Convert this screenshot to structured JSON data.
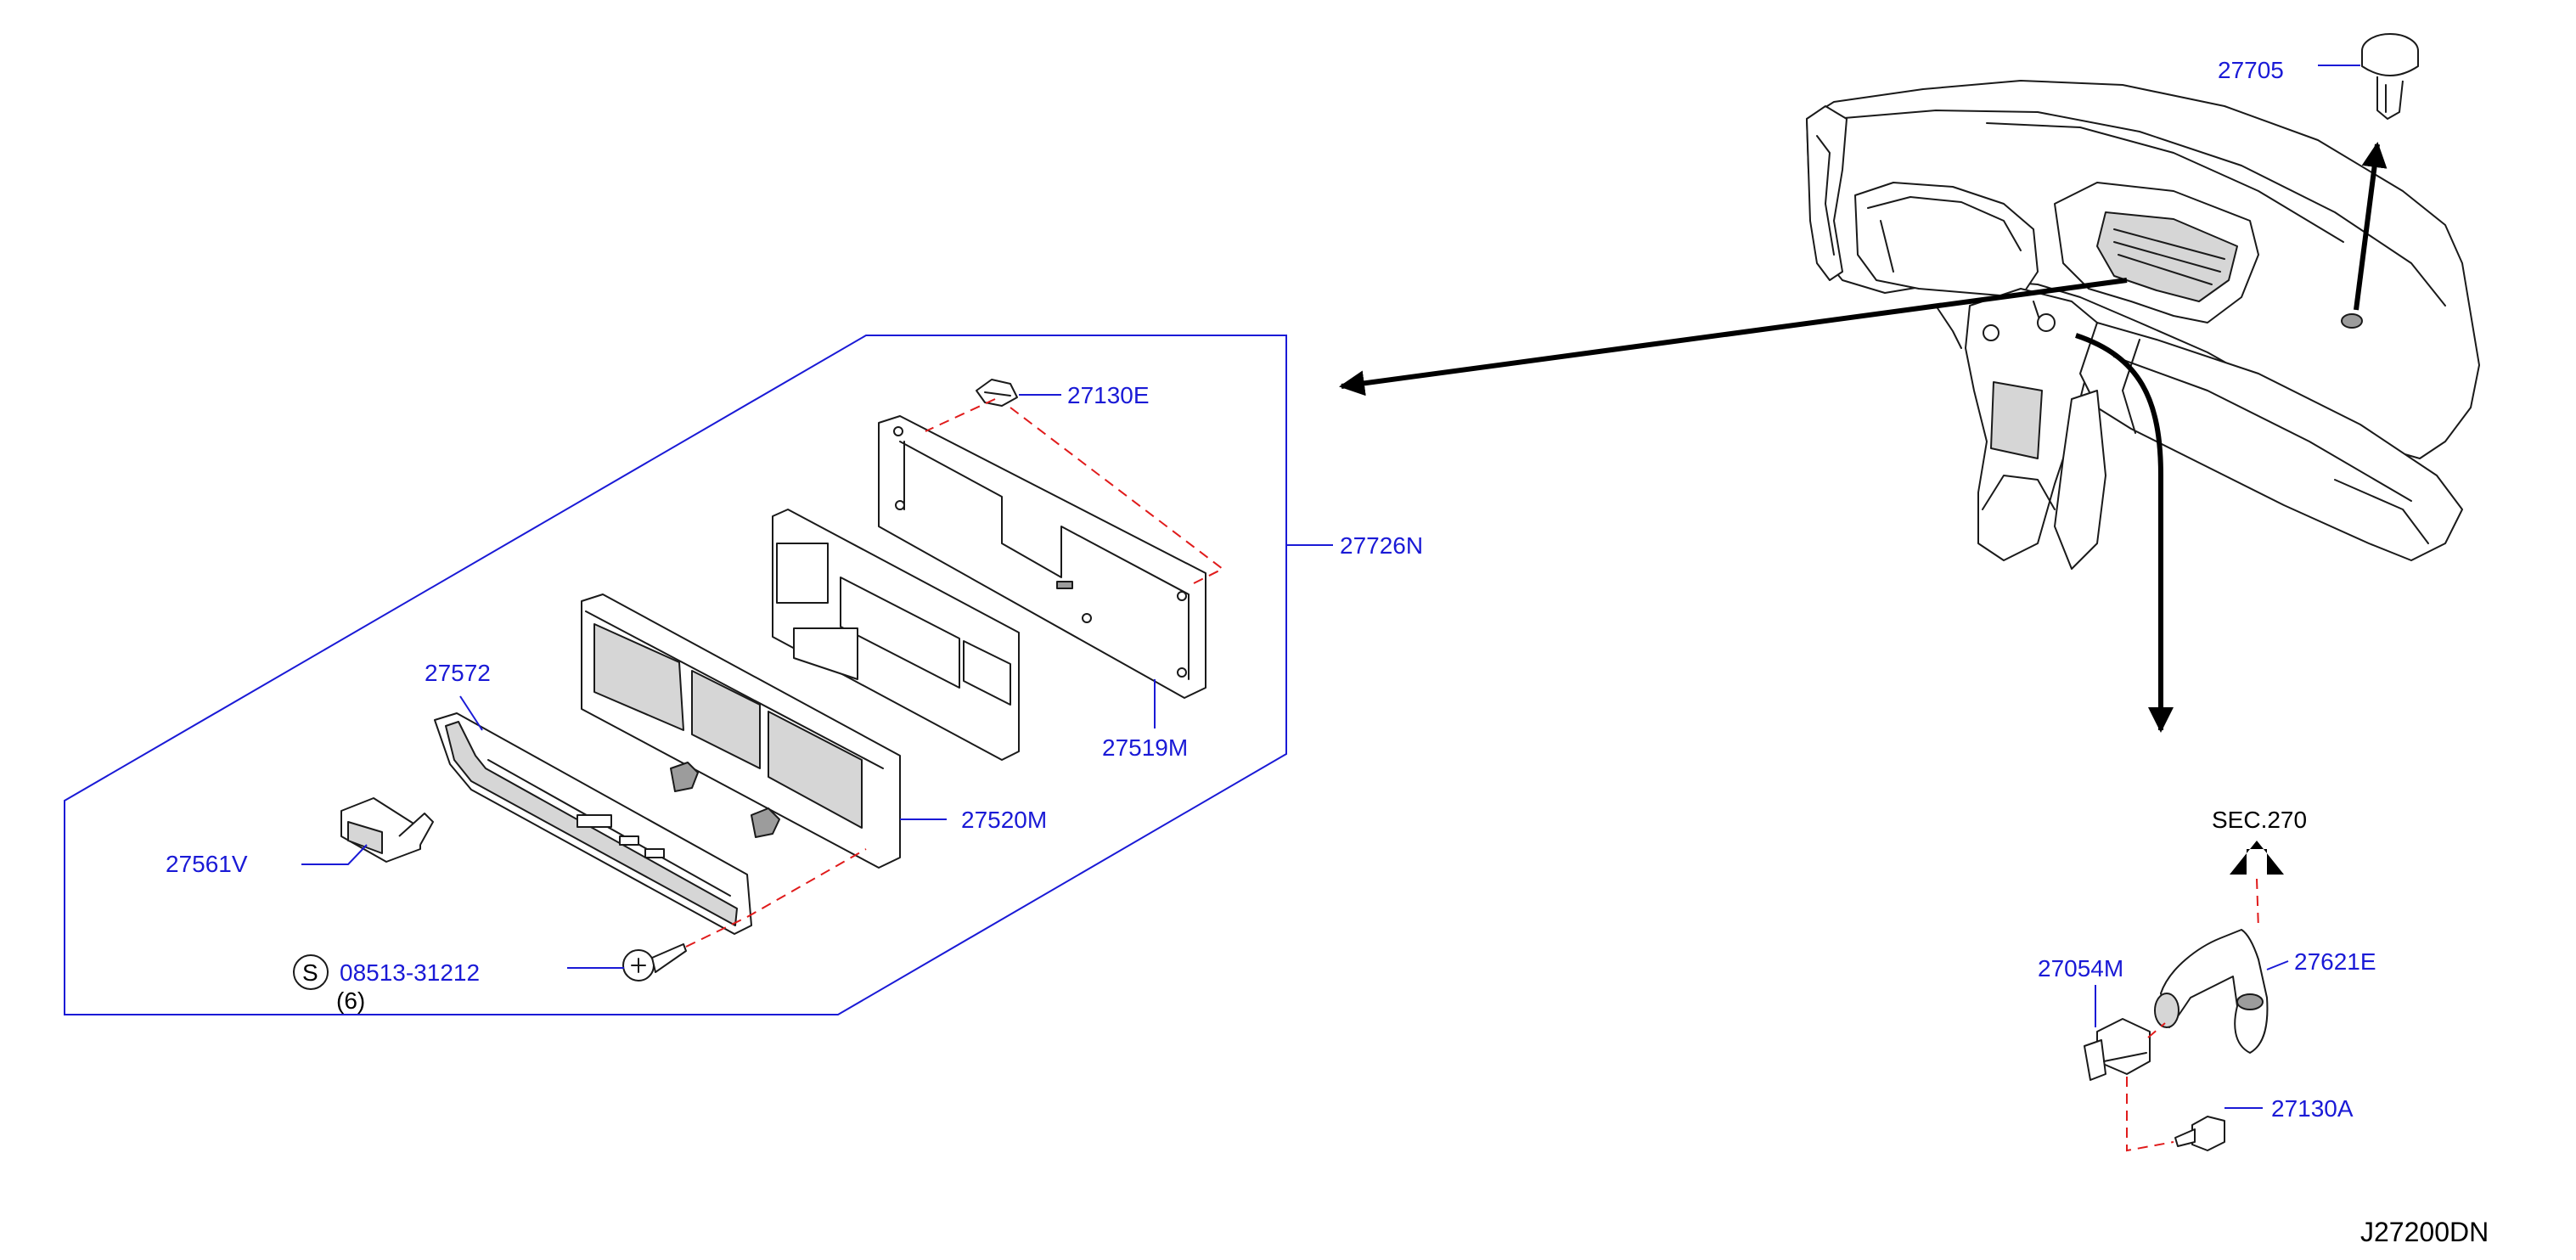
{
  "diagram_code": "J27200DN",
  "section_ref": "SEC.270",
  "parts": {
    "p27705": "27705",
    "p27130E": "27130E",
    "p27726N": "27726N",
    "p27519M": "27519M",
    "p27572": "27572",
    "p27520M": "27520M",
    "p27561V": "27561V",
    "p08513": "08513-31212",
    "p08513_qty": "(6)",
    "p08513_symbol": "S",
    "p27054M": "27054M",
    "p27621E": "27621E",
    "p27130A": "27130A"
  },
  "colors": {
    "label": "#1a1ad6",
    "dash": "#e01b1b",
    "line": "#1a1a1a"
  }
}
